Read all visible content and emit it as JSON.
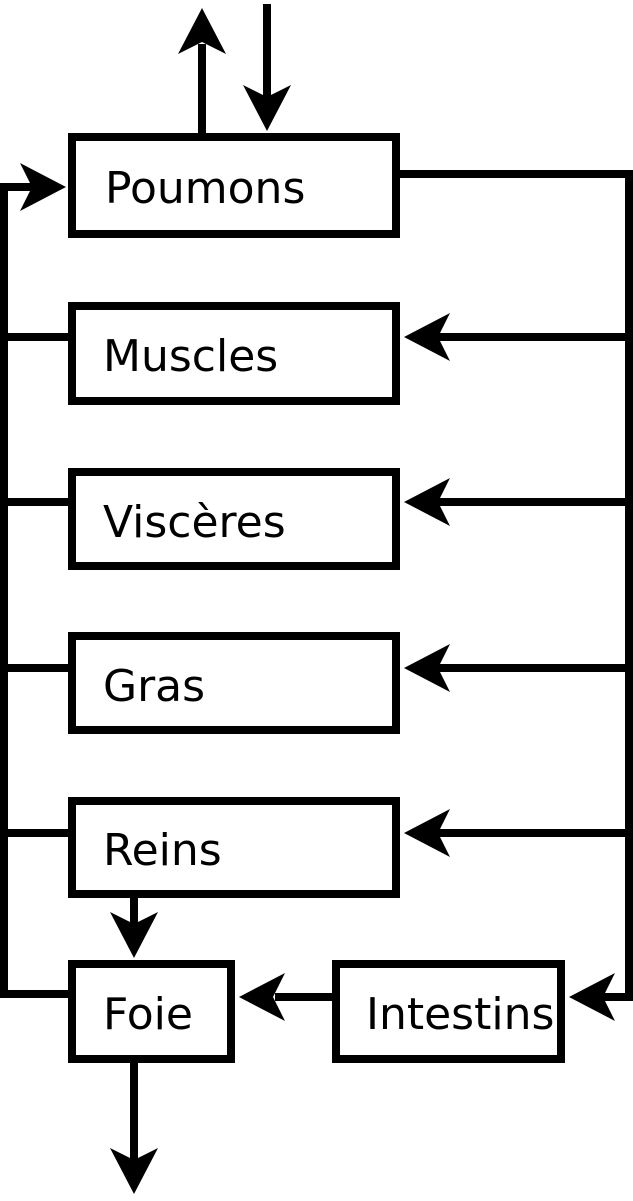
{
  "diagram": {
    "type": "compartment-flow-diagram",
    "language": "fr",
    "nodes": [
      {
        "id": "poumons",
        "label": "Poumons"
      },
      {
        "id": "muscles",
        "label": "Muscles"
      },
      {
        "id": "visceres",
        "label": "Viscères"
      },
      {
        "id": "gras",
        "label": "Gras"
      },
      {
        "id": "reins",
        "label": "Reins"
      },
      {
        "id": "foie",
        "label": "Foie"
      },
      {
        "id": "intestins",
        "label": "Intestins"
      }
    ],
    "edges": [
      {
        "from": "poumons",
        "to": "outside-top",
        "arrow": true,
        "note": "upward arrow leaving top of Poumons"
      },
      {
        "from": "outside-top",
        "to": "poumons",
        "arrow": true,
        "note": "downward arrow entering top of Poumons"
      },
      {
        "from": "left-trunk",
        "to": "poumons",
        "arrow": true
      },
      {
        "from": "poumons",
        "to": "right-trunk",
        "arrow": false
      },
      {
        "from": "right-trunk",
        "to": "muscles",
        "arrow": true
      },
      {
        "from": "right-trunk",
        "to": "visceres",
        "arrow": true
      },
      {
        "from": "right-trunk",
        "to": "gras",
        "arrow": true
      },
      {
        "from": "right-trunk",
        "to": "reins",
        "arrow": true
      },
      {
        "from": "right-trunk",
        "to": "intestins",
        "arrow": true
      },
      {
        "from": "muscles",
        "to": "left-trunk",
        "arrow": false
      },
      {
        "from": "visceres",
        "to": "left-trunk",
        "arrow": false
      },
      {
        "from": "gras",
        "to": "left-trunk",
        "arrow": false
      },
      {
        "from": "reins",
        "to": "left-trunk",
        "arrow": false
      },
      {
        "from": "foie",
        "to": "left-trunk",
        "arrow": false
      },
      {
        "from": "reins",
        "to": "foie",
        "arrow": true
      },
      {
        "from": "intestins",
        "to": "foie",
        "arrow": true
      },
      {
        "from": "foie",
        "to": "outside-bottom",
        "arrow": true,
        "note": "downward arrow leaving bottom of Foie"
      }
    ],
    "colors": {
      "stroke": "#000000",
      "node_fill": "#ffffff",
      "background": "#ffffff"
    }
  }
}
